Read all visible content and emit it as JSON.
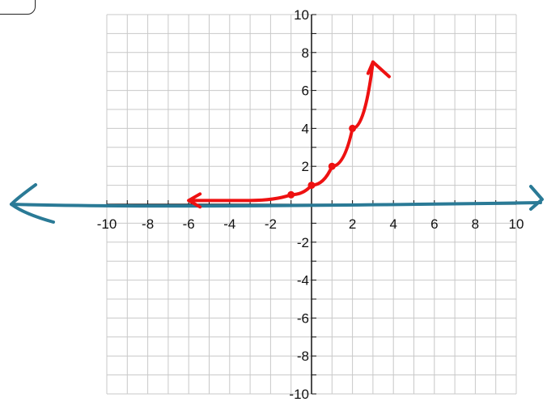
{
  "chart_data": {
    "type": "line",
    "title": "",
    "xlabel": "",
    "ylabel": "",
    "xlim": [
      -10,
      10
    ],
    "ylim": [
      -10,
      10
    ],
    "grid": true,
    "x_tick_labels": [
      "-10",
      "-8",
      "-6",
      "-4",
      "-2",
      "0",
      "2",
      "4",
      "6",
      "8",
      "10"
    ],
    "y_tick_labels": [
      "10",
      "8",
      "6",
      "4",
      "2",
      "0",
      "-2",
      "-4",
      "-6",
      "-8",
      "-10"
    ],
    "series": [
      {
        "name": "",
        "color": "#ee1111",
        "x": [
          -6,
          -3,
          -1,
          0,
          1,
          2,
          3
        ],
        "y": [
          0.2,
          0.2,
          0.5,
          1,
          2,
          4,
          7.5
        ],
        "points": [
          {
            "x": -1,
            "y": 0.5
          },
          {
            "x": 0,
            "y": 1
          },
          {
            "x": 1,
            "y": 2
          },
          {
            "x": 2,
            "y": 4
          }
        ]
      }
    ],
    "annotations": {
      "x_axis_arrow_color": "#2a7a96",
      "grid_color": "#c8c8c8",
      "axis_label_color": "#4b1b86"
    }
  }
}
